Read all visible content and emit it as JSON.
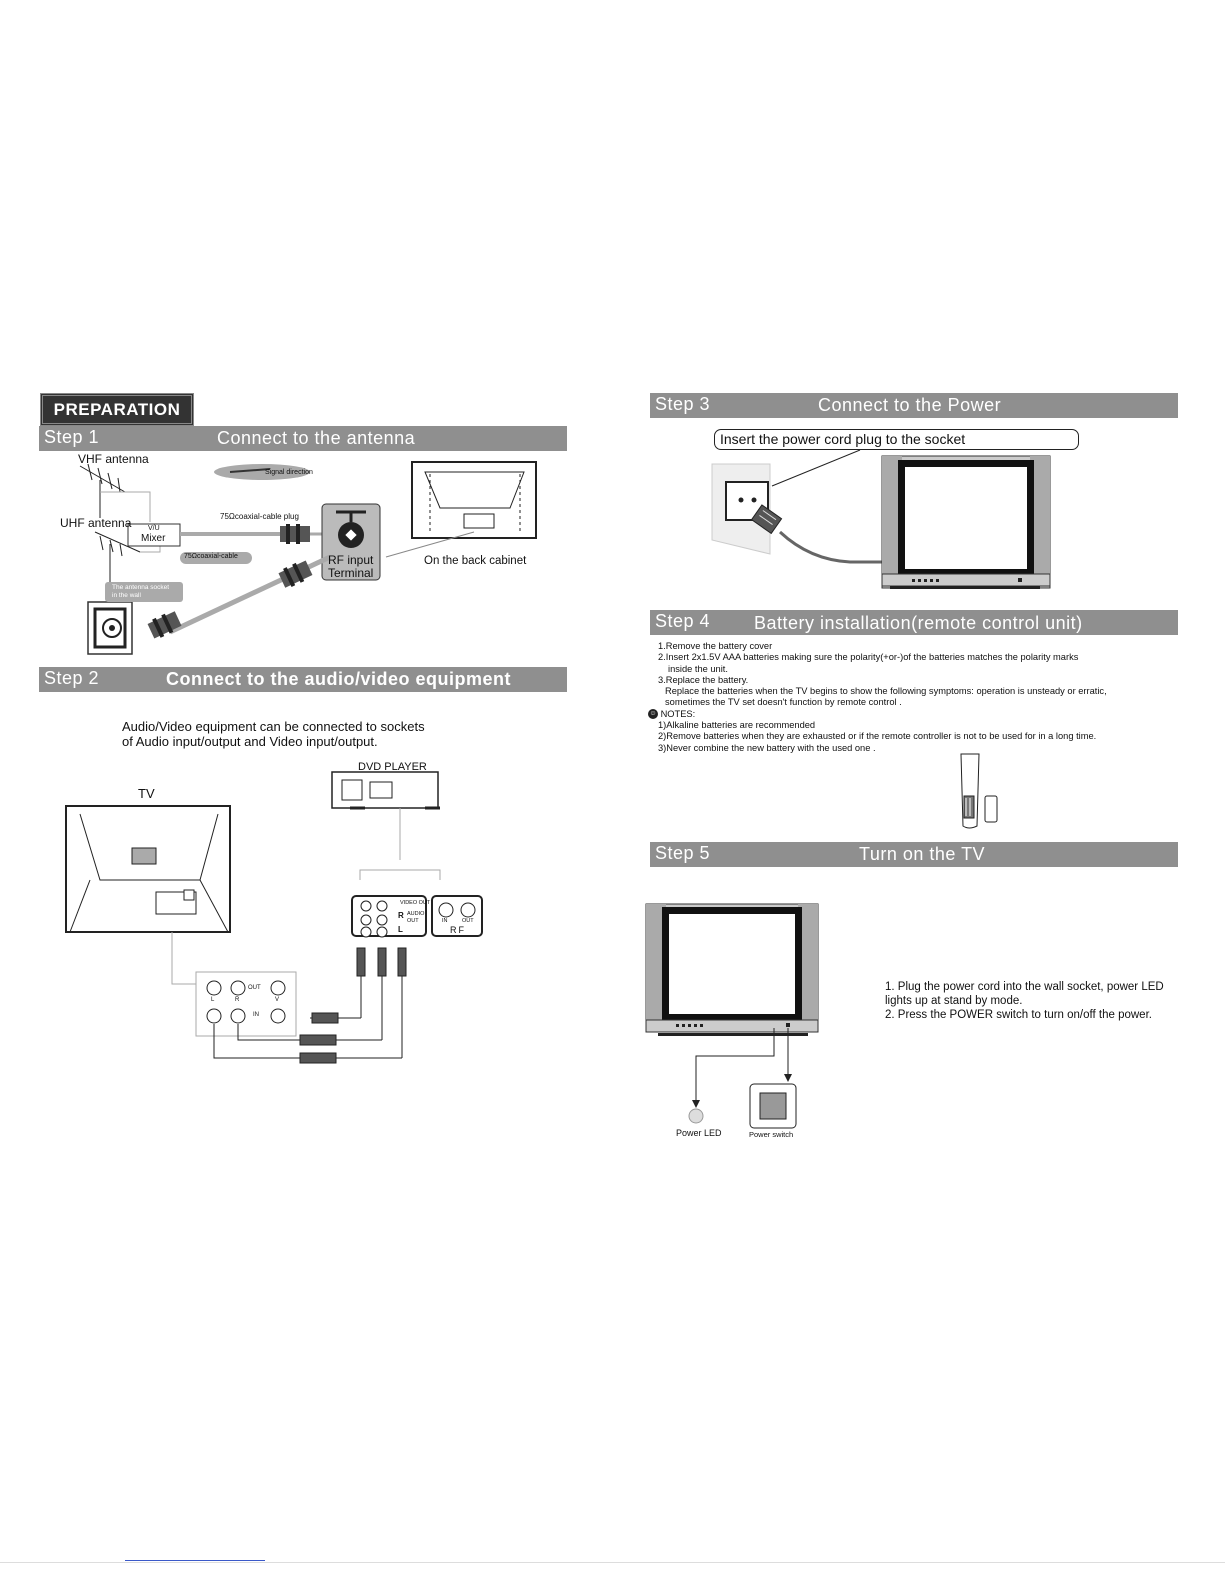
{
  "preparation": {
    "label": "PREPARATION"
  },
  "step1": {
    "step": "Step 1",
    "title": "Connect to the antenna",
    "vhf": "VHF antenna",
    "uhf": "UHF antenna",
    "mixer_top": "V/U",
    "mixer_bottom": "Mixer",
    "signal": "Signal direction",
    "cable_plug": "75Ωcoaxial-cable plug",
    "cable": "75Ωcoaxial-cable",
    "socket_line1": "The antenna socket",
    "socket_line2": "in the wall",
    "rf_line1": "RF input",
    "rf_line2": "Terminal",
    "back": "On the back cabinet"
  },
  "step2": {
    "step": "Step 2",
    "title": "Connect to the audio/video equipment",
    "desc_line1": "Audio/Video equipment can be connected to sockets",
    "desc_line2": "of Audio input/output and Video input/output.",
    "tv": "TV",
    "dvd": "DVD  PLAYER",
    "video_out": "VIDEO OUT",
    "audio_out_r": "R",
    "audio_out": "AUDIO",
    "audio_out2": "OUT",
    "audio_out_l": "L",
    "rf": "RF",
    "rf_in": "IN",
    "rf_out": "OUT",
    "panel_l": "L",
    "panel_r": "R",
    "panel_out": "OUT",
    "panel_v": "V",
    "panel_in": "IN"
  },
  "step3": {
    "step": "Step 3",
    "title": "Connect to the Power",
    "callout": "Insert the power cord  plug to the socket"
  },
  "step4": {
    "step": "Step 4",
    "title": "Battery installation(remote control unit)",
    "lines": [
      "1.Remove the battery cover",
      "2.Insert  2x1.5V AAA  batteries making sure the polarity(+or-)of the batteries matches the polarity marks",
      "inside the unit.",
      "3.Replace the battery.",
      "Replace the  batteries when the TV begins to show the following symptoms: operation is unsteady or erratic,",
      "sometimes the TV set doesn't function by remote control .",
      "NOTES:",
      "1)Alkaline batteries are recommended",
      "2)Remove batteries when they are exhausted or if the remote controller is not  to be used for in a long time.",
      "3)Never combine the new battery with the used one ."
    ]
  },
  "step5": {
    "step": "Step 5",
    "title": "Turn on the TV",
    "line1": "1. Plug the power cord into the wall socket, power LED",
    "line2": "lights up at stand by mode.",
    "line3": "2. Press the POWER switch to turn on/off the power.",
    "power_led": "Power  LED",
    "power_switch": "Power  switch"
  },
  "colors": {
    "bar": "#8f8f8f",
    "dark": "#333333"
  }
}
